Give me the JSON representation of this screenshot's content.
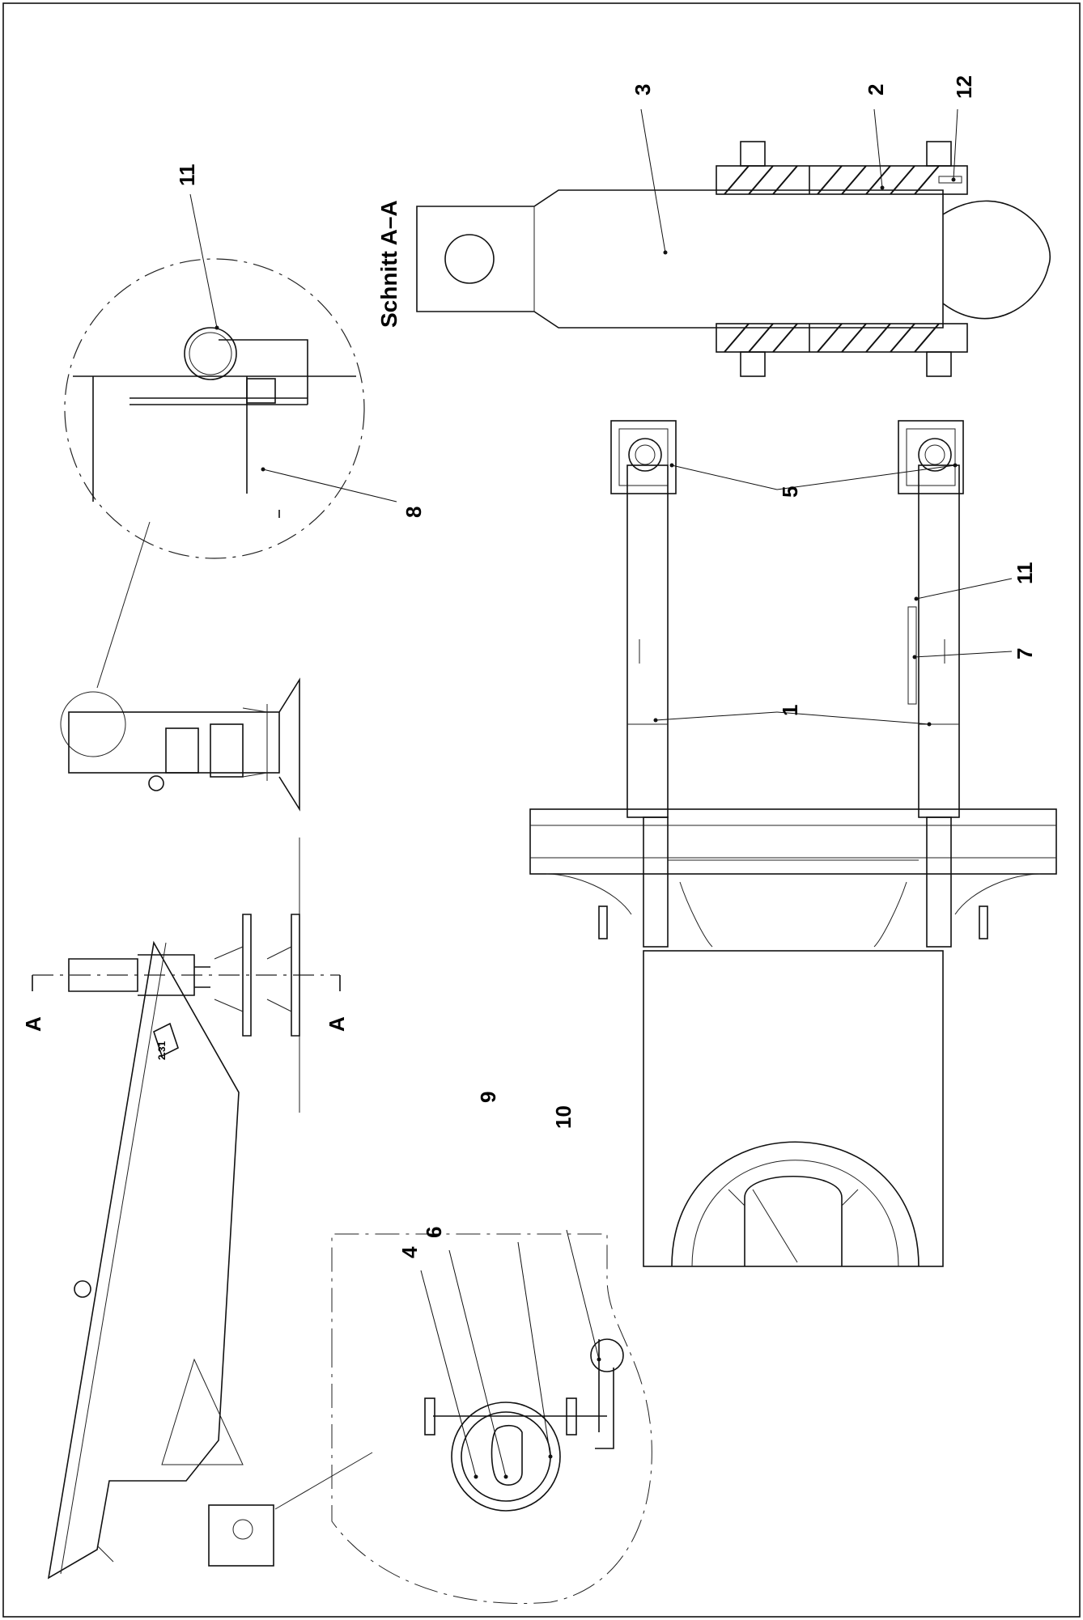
{
  "section": {
    "title": "Schnitt  A–A",
    "cut_mark_left": "A",
    "cut_mark_right": "A"
  },
  "callouts": {
    "c1": "1",
    "c2": "2",
    "c3": "3",
    "c4": "4",
    "c5": "5",
    "c6": "6",
    "c7": "7",
    "c8": "8",
    "c9": "9",
    "c10": "10",
    "c11_detail": "11",
    "c11_arm": "11",
    "c12": "12"
  },
  "plate_marking": "2.31"
}
